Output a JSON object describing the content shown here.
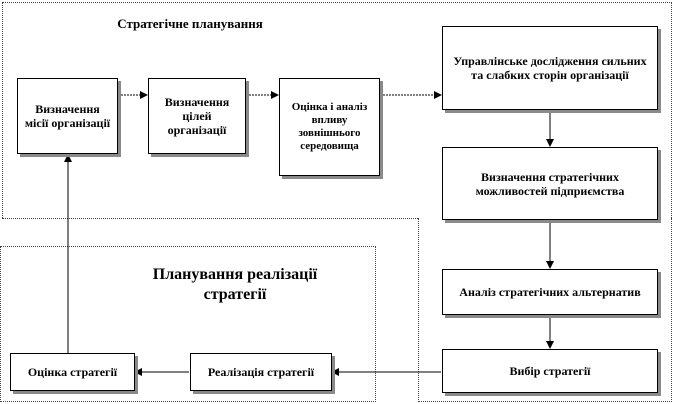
{
  "regions": {
    "strategic_title": "Стратегічне планування",
    "implementation_title_line1": "Планування реалізації",
    "implementation_title_line2": "стратегії"
  },
  "boxes": {
    "mission": "Визначення місії організації",
    "goals": "Визначення цілей організації",
    "environment": "Оцінка і аналіз впливу зовнішнього середовища",
    "swot": "Управлінське дослідження сильних та слабких сторін організації",
    "opportunities": "Визначення стратегічних можливостей підприємства",
    "alternatives": "Аналіз стратегічних альтернатив",
    "choice": "Вибір стратегії",
    "implementation": "Реалізація стратегії",
    "evaluation": "Оцінка стратегії"
  }
}
